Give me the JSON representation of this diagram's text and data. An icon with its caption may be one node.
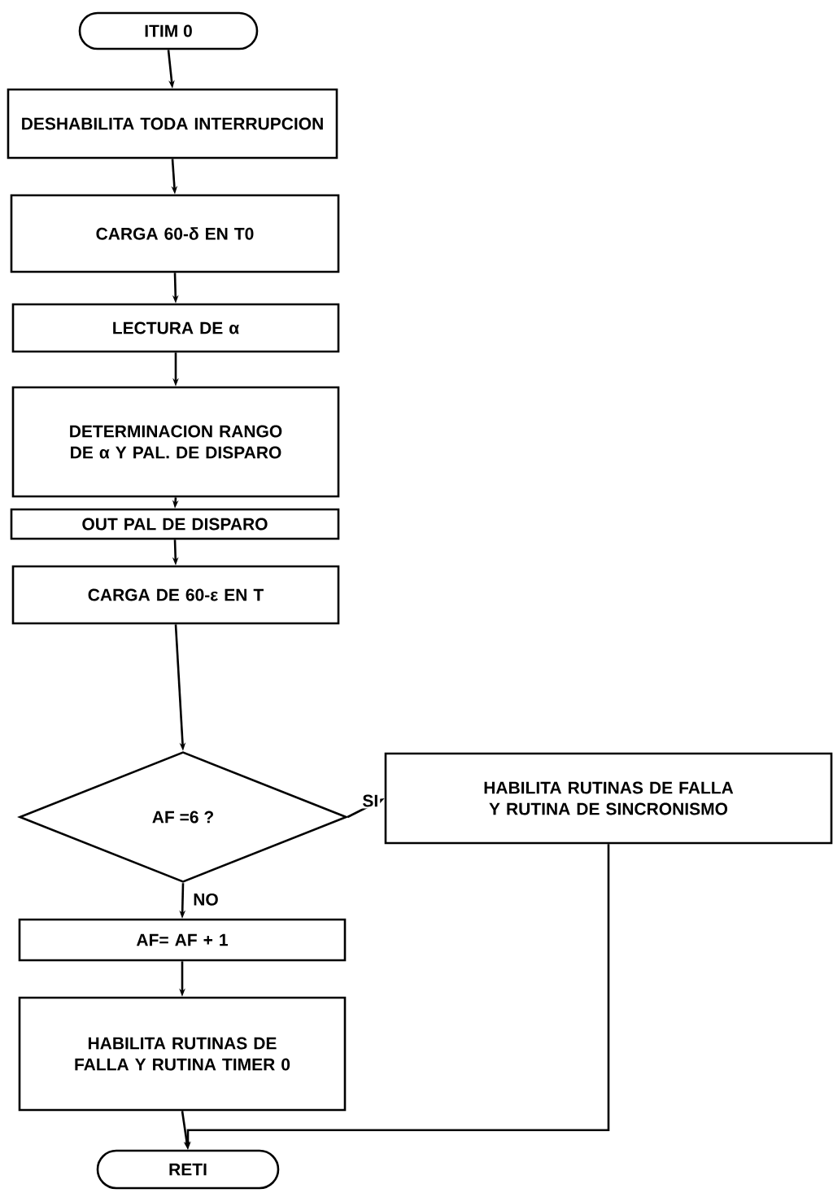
{
  "diagram": {
    "nodes": [
      {
        "text": [
          "ITIM 0"
        ]
      },
      {
        "text": [
          "DESHABILITA TODA INTERRUPCION"
        ]
      },
      {
        "text": [
          "CARGA 60-δ EN T0"
        ]
      },
      {
        "text": [
          "LECTURA DE α"
        ]
      },
      {
        "text": [
          "DETERMINACION RANGO DE α Y PAL. DE DISPARO"
        ]
      },
      {
        "text": [
          "OUT PAL DE DISPARO"
        ]
      },
      {
        "text": [
          "CARGA DE 60-ε EN T"
        ]
      },
      {
        "text": [
          "AF =6 ?"
        ]
      },
      {
        "text": [
          "HABILITA RUTINAS DE FALLA Y RUTINA DE SINCRONISMO"
        ]
      },
      {
        "text": [
          "AF= AF + 1"
        ]
      },
      {
        "text": [
          "HABILITA RUTINAS DE FALLA Y RUTINA TIMER 0"
        ]
      },
      {
        "text": [
          "RETI"
        ]
      }
    ],
    "edges": [
      {
        "from": 0,
        "to": 1,
        "arrow": "to"
      },
      {
        "from": 1,
        "to": 2,
        "arrow": "to"
      },
      {
        "from": 2,
        "to": 3,
        "arrow": "to"
      },
      {
        "from": 3,
        "to": 4,
        "arrow": "to"
      },
      {
        "from": 4,
        "to": 5,
        "arrow": "to"
      },
      {
        "from": 5,
        "to": 6,
        "arrow": "to"
      },
      {
        "from": 6,
        "to": 7,
        "arrow": "to"
      },
      {
        "from": 7,
        "to": 8,
        "arrow": "to",
        "label": "SI"
      },
      {
        "from": 7,
        "to": 9,
        "arrow": "to",
        "label": "NO"
      },
      {
        "from": 9,
        "to": 10,
        "arrow": "to"
      },
      {
        "from": 10,
        "to": 11,
        "arrow": "to"
      },
      {
        "from": 8,
        "to": 11,
        "arrow": "to"
      }
    ]
  }
}
